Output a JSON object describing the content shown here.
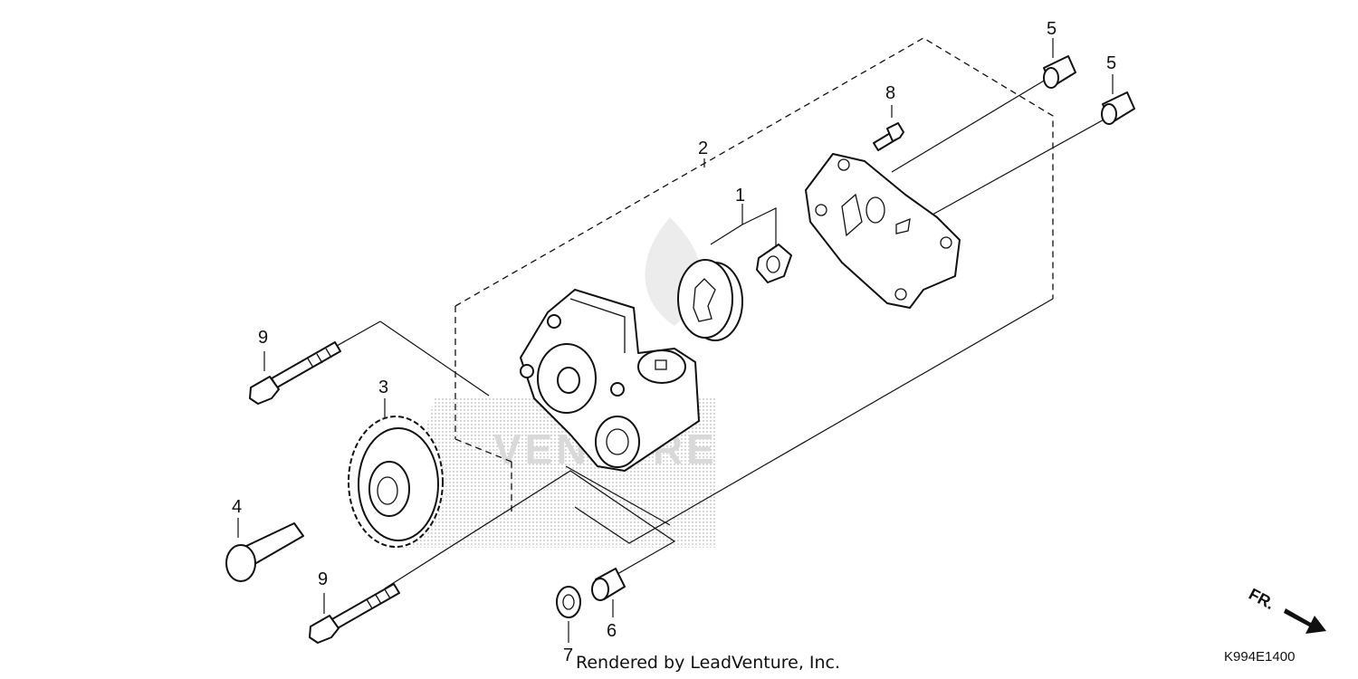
{
  "diagram": {
    "callouts": {
      "c1": "1",
      "c2": "2",
      "c3": "3",
      "c4": "4",
      "c5a": "5",
      "c5b": "5",
      "c6": "6",
      "c7": "7",
      "c8": "8",
      "c9a": "9",
      "c9b": "9"
    },
    "direction_label": "FR.",
    "diagram_code": "K994E1400",
    "credit": "Rendered by LeadVenture, Inc.",
    "watermark": "VENTURE"
  }
}
